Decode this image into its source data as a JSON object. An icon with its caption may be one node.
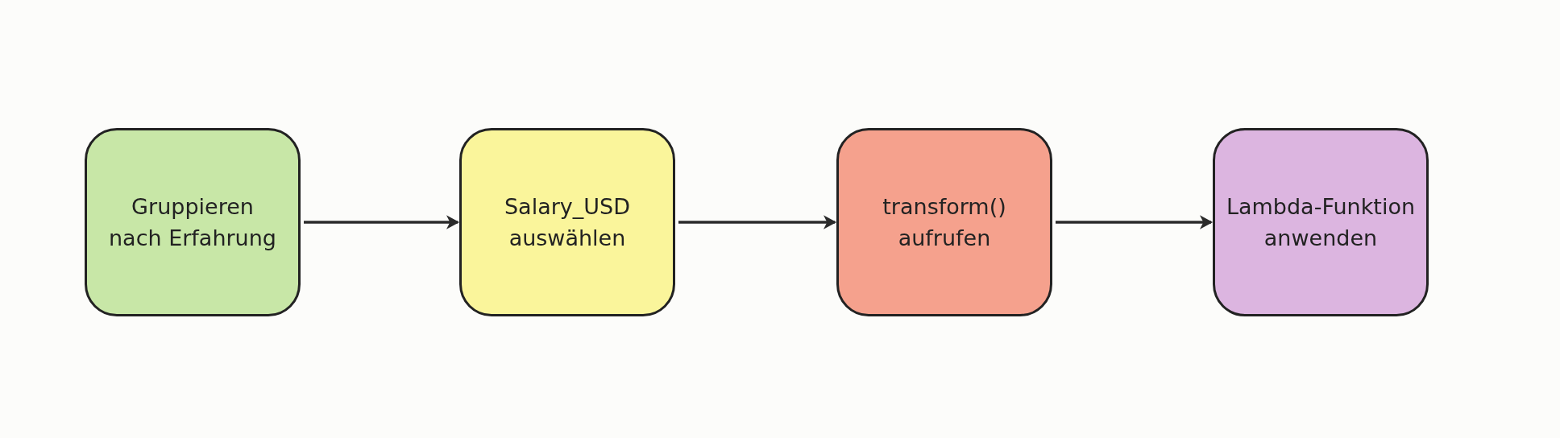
{
  "diagram": {
    "nodes": [
      {
        "text": [
          "Gruppieren nach Erfahrung"
        ]
      },
      {
        "text": [
          "Salary_USD auswählen"
        ]
      },
      {
        "text": [
          "transform() aufrufen"
        ]
      },
      {
        "text": [
          "Lambda-Funktion anwenden"
        ]
      }
    ],
    "edges": [
      {
        "from": 0,
        "to": 1,
        "arrow": "to"
      },
      {
        "from": 1,
        "to": 2,
        "arrow": "to"
      },
      {
        "from": 2,
        "to": 3,
        "arrow": "to"
      }
    ]
  }
}
